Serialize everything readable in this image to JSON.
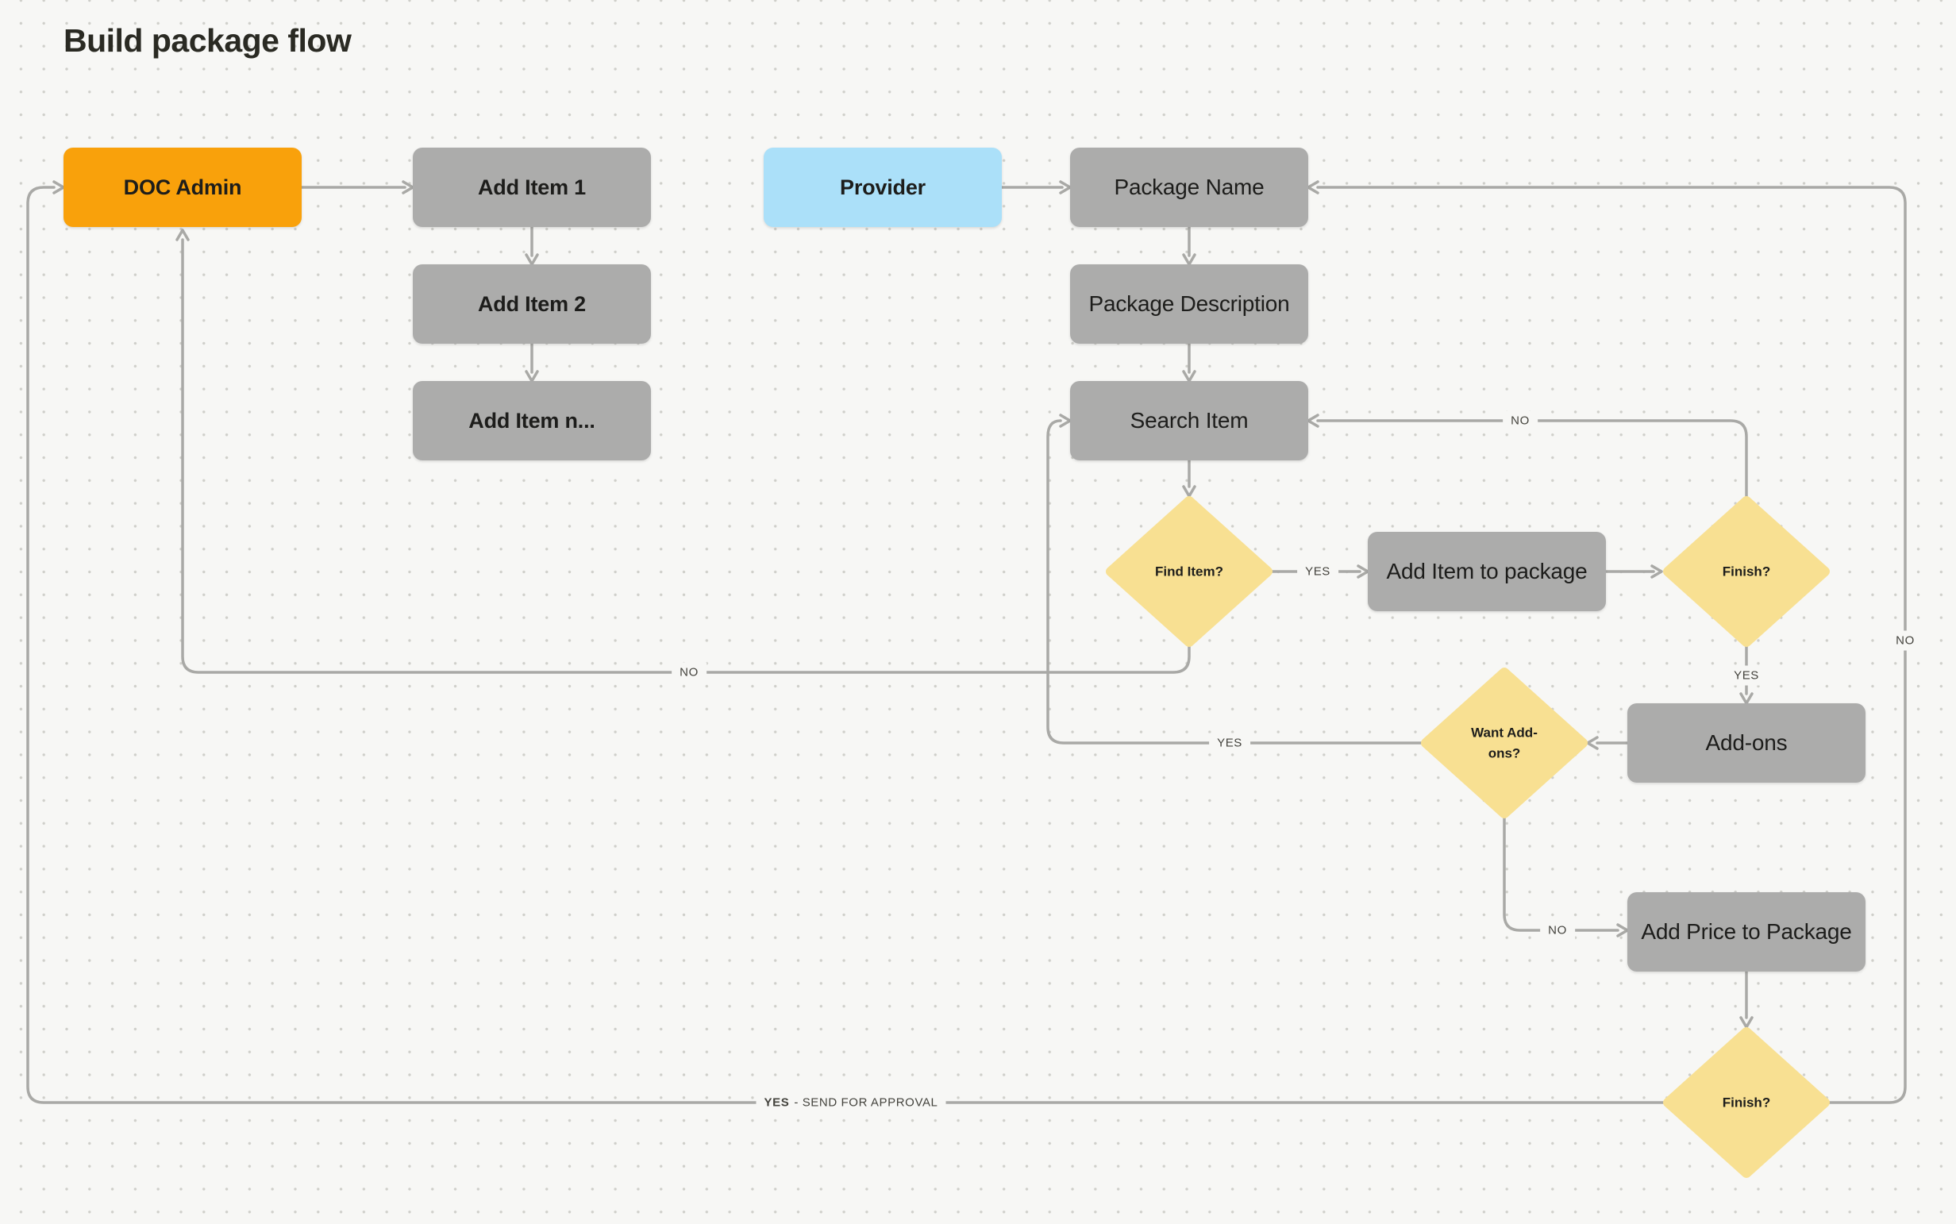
{
  "title": "Build package flow",
  "nodes": {
    "doc_admin": {
      "label": "DOC Admin",
      "shape": "rect",
      "color": "#F9A10B"
    },
    "add_item_1": {
      "label": "Add Item 1",
      "shape": "rect",
      "color": "#ACACAB"
    },
    "add_item_2": {
      "label": "Add Item 2",
      "shape": "rect",
      "color": "#ACACAB"
    },
    "add_item_n": {
      "label": "Add Item n...",
      "shape": "rect",
      "color": "#ACACAB"
    },
    "provider": {
      "label": "Provider",
      "shape": "rect",
      "color": "#ABE0F9"
    },
    "package_name": {
      "label": "Package Name",
      "shape": "rect",
      "color": "#ACACAB"
    },
    "package_description": {
      "label": "Package Description",
      "shape": "rect",
      "color": "#ACACAB"
    },
    "search_item": {
      "label": "Search Item",
      "shape": "rect",
      "color": "#ACACAB"
    },
    "find_item": {
      "label": "Find Item?",
      "shape": "diamond",
      "color": "#F8E092"
    },
    "add_item_to_package": {
      "label": "Add Item to package",
      "shape": "rect",
      "color": "#ACACAB"
    },
    "finish_top": {
      "label": "Finish?",
      "shape": "diamond",
      "color": "#F8E092"
    },
    "add_ons": {
      "label": "Add-ons",
      "shape": "rect",
      "color": "#ACACAB"
    },
    "want_add_ons": {
      "label": "Want Add-ons?",
      "shape": "diamond",
      "color": "#F8E092"
    },
    "add_price_to_package": {
      "label": "Add Price to Package",
      "shape": "rect",
      "color": "#ACACAB"
    },
    "finish_bottom": {
      "label": "Finish?",
      "shape": "diamond",
      "color": "#F8E092"
    }
  },
  "edge_labels": {
    "find_item_yes": "YES",
    "finish_top_no": "NO",
    "finish_top_yes": "YES",
    "want_add_ons_yes": "YES",
    "find_item_no": "NO",
    "want_add_ons_no": "NO",
    "finish_bottom_no": "NO",
    "finish_bottom_yes": "YES",
    "finish_bottom_yes_rest": "- SEND FOR APPROVAL"
  },
  "colors": {
    "canvas_bg": "#F7F7F5",
    "dot": "#CFCFCA",
    "node_gray": "#ACACAB",
    "node_orange": "#F9A10B",
    "node_blue": "#ABE0F9",
    "node_yellow": "#F8E092",
    "line": "#A9A9A6",
    "label_text": "#43423C",
    "node_text": "#1D1D1B",
    "title_text": "#2A2A23"
  }
}
